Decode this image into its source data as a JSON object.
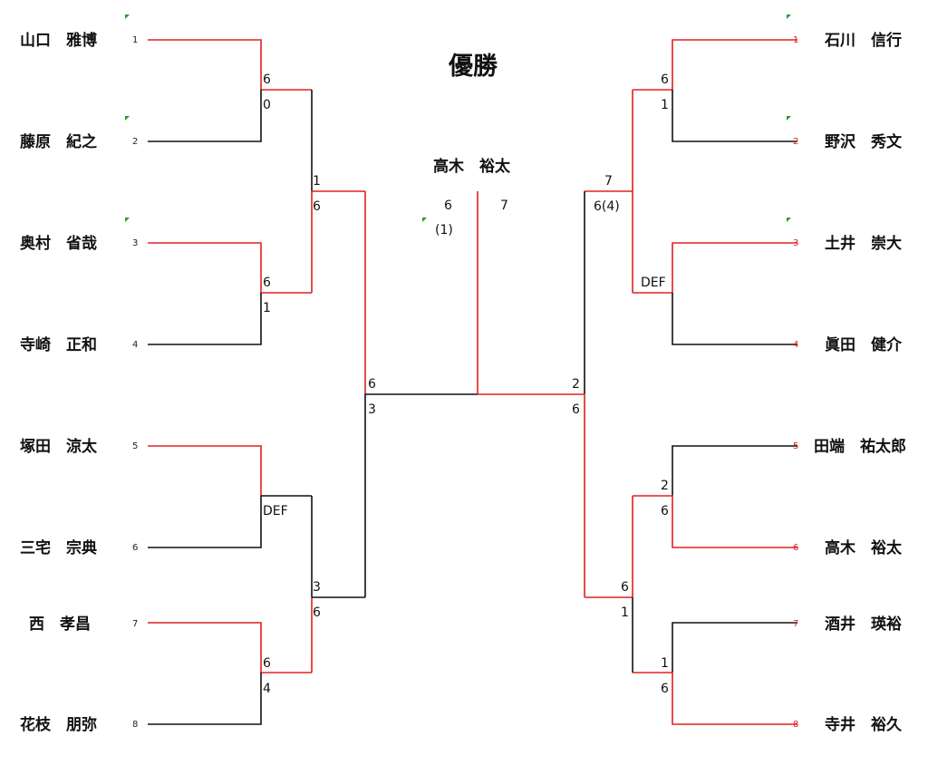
{
  "title": "優勝",
  "champion": {
    "name": "高木　裕太",
    "final_score_left": "6",
    "final_score_right": "7",
    "final_tiebreak": "(1)"
  },
  "left": {
    "players": [
      {
        "seed": "1",
        "name": "山口　雅博"
      },
      {
        "seed": "2",
        "name": "藤原　紀之"
      },
      {
        "seed": "3",
        "name": "奥村　省哉"
      },
      {
        "seed": "4",
        "name": "寺崎　正和"
      },
      {
        "seed": "5",
        "name": "塚田　涼太"
      },
      {
        "seed": "6",
        "name": "三宅　宗典"
      },
      {
        "seed": "7",
        "name": "西　孝昌"
      },
      {
        "seed": "8",
        "name": "花枝　朋弥"
      }
    ],
    "r1": [
      {
        "top": "6",
        "bottom": "0"
      },
      {
        "top": "6",
        "bottom": "1"
      },
      {
        "top": "DEF",
        "bottom": ""
      },
      {
        "top": "6",
        "bottom": "4"
      }
    ],
    "r2": [
      {
        "top": "1",
        "bottom": "6"
      },
      {
        "top": "3",
        "bottom": "6"
      }
    ],
    "semi": {
      "top": "6",
      "bottom": "3"
    }
  },
  "right": {
    "players": [
      {
        "seed": "1",
        "name": "石川　信行"
      },
      {
        "seed": "2",
        "name": "野沢　秀文"
      },
      {
        "seed": "3",
        "name": "土井　崇大"
      },
      {
        "seed": "4",
        "name": "眞田　健介"
      },
      {
        "seed": "5",
        "name": "田端　祐太郎"
      },
      {
        "seed": "6",
        "name": "高木　裕太"
      },
      {
        "seed": "7",
        "name": "酒井　瑛裕"
      },
      {
        "seed": "8",
        "name": "寺井　裕久"
      }
    ],
    "r1": [
      {
        "top": "6",
        "bottom": "1"
      },
      {
        "top": "DEF",
        "bottom": ""
      },
      {
        "top": "2",
        "bottom": "6"
      },
      {
        "top": "1",
        "bottom": "6"
      }
    ],
    "r2": [
      {
        "top": "7",
        "bottom": "6(4)"
      },
      {
        "top": "6",
        "bottom": "1"
      }
    ],
    "semi": {
      "top": "2",
      "bottom": "6"
    }
  },
  "colors": {
    "winner_line": "#e02020",
    "loser_line": "#111111",
    "marker": "#2a9a2a"
  }
}
